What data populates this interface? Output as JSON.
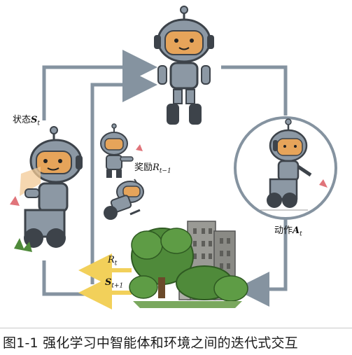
{
  "labels": {
    "state": "状态",
    "state_sym": "S",
    "state_sub": "t",
    "reward": "奖励",
    "reward_sym": "R",
    "reward_sub": "t−1",
    "action": "动作",
    "action_sym": "A",
    "action_sub": "t",
    "rt_sym": "R",
    "rt_sub": "t",
    "st1_sym": "S",
    "st1_sub": "t+1"
  },
  "caption": "图1-1 强化学习中智能体和环境之间的迭代式交互",
  "colors": {
    "arrow_gray": "#8593a0",
    "arrow_yellow": "#f2d05a",
    "robot_body": "#8c98a4",
    "robot_dark": "#3d434a",
    "face": "#e6a45a",
    "tree": "#4f8a3a",
    "building": "#8a8a85"
  }
}
